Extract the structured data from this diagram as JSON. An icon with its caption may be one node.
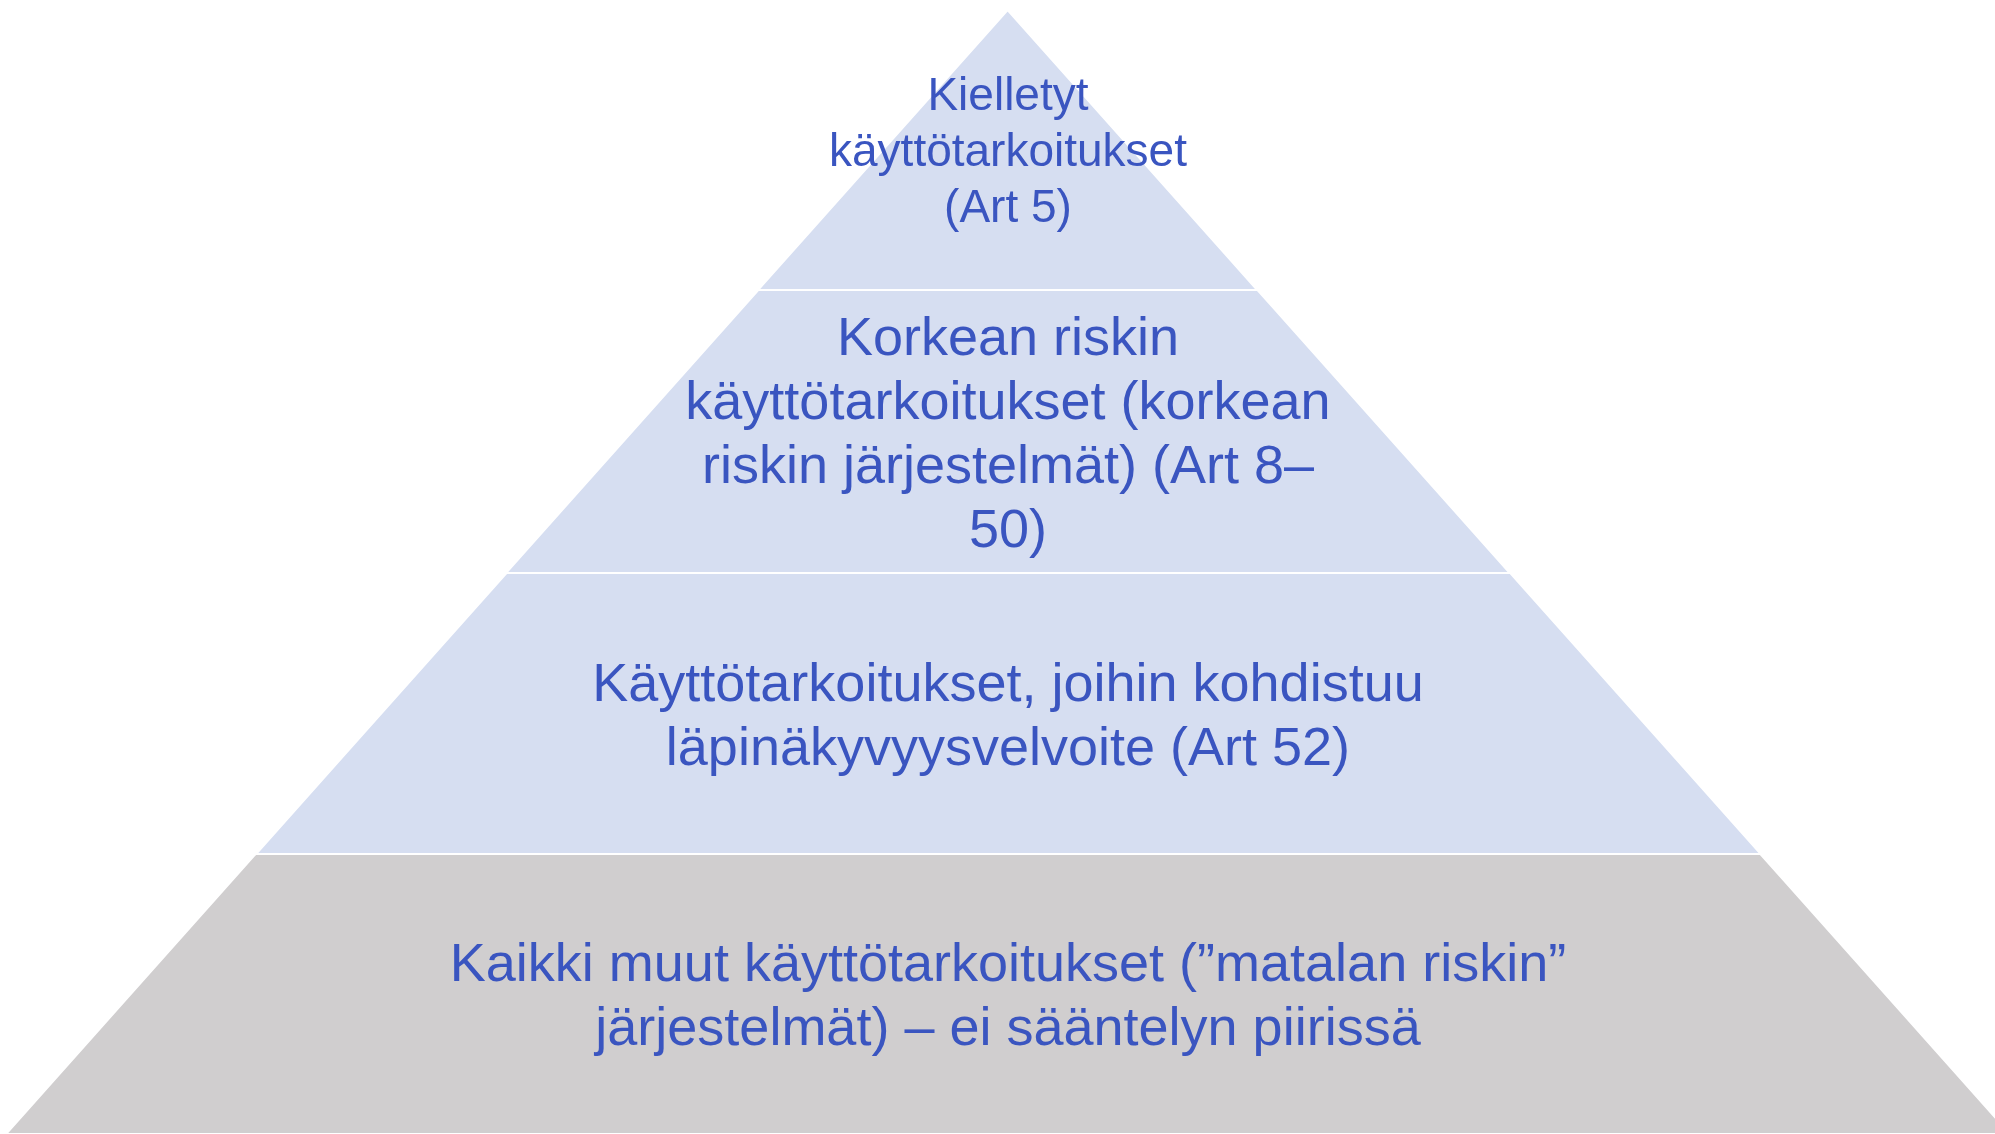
{
  "diagram": {
    "nodes": [
      {
        "text": [
          "Kielletyt käyttötarkoitukset (Art 5)"
        ]
      },
      {
        "text": [
          "Korkean riskin käyttötarkoitukset (korkean riskin järjestelmät) (Art 8–50)"
        ]
      },
      {
        "text": [
          "Käyttötarkoitukset, joihin kohdistuu läpinäkyvyysvelvoite (Art 52)"
        ]
      },
      {
        "text": [
          "Kaikki muut käyttötarkoitukset (”matalan riskin” järjestelmät) – ei sääntelyn piirissä"
        ]
      }
    ]
  }
}
